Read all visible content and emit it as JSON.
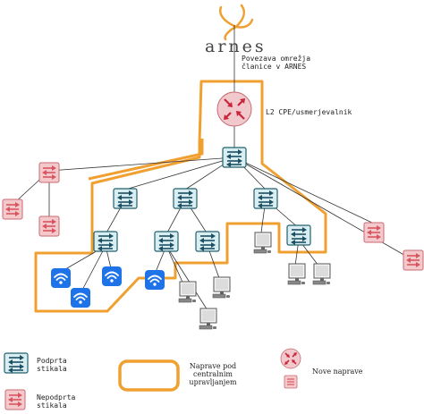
{
  "brand": {
    "name": "arnes"
  },
  "labels": {
    "uplink": [
      "Povezava omrežja",
      "članice v ARNES"
    ],
    "router": "L2 CPE/usmerjevalnik"
  },
  "legend": {
    "supported_switches": [
      "Podprta",
      "stikala"
    ],
    "unsupported_switches": [
      "Nepodprta",
      "stikala"
    ],
    "managed_devices": [
      "Naprave pod",
      "centralnim",
      "upravljanjem"
    ],
    "new_devices": "Nove naprave"
  },
  "colors": {
    "managed_outline": "#f0a030",
    "supported_fill": "#d8eef1",
    "supported_stroke": "#23606e",
    "supported_arrow": "#1d4f63",
    "unsupported_fill": "#f4c9cc",
    "unsupported_stroke": "#c86a72",
    "unsupported_arrow": "#d85560",
    "router_fill": "#f1c8cb",
    "router_arrow": "#c8243a",
    "wifi_fill": "#1e73e8",
    "line": "#333333"
  },
  "icons": {
    "supported_switch": "switch-icon",
    "unsupported_switch": "unsupported-switch-icon",
    "router": "router-icon",
    "access_point": "wifi-access-point-icon",
    "workstation": "computer-icon"
  }
}
